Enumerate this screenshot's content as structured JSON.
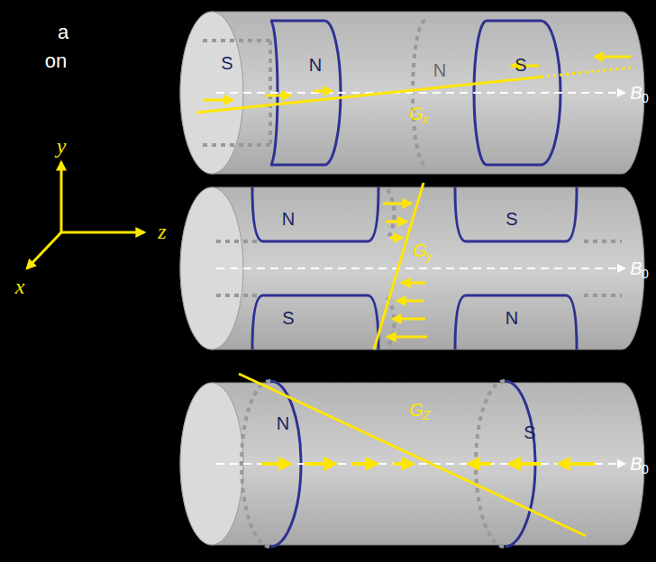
{
  "diagram": {
    "labels": [
      "a",
      "on",
      "y",
      "z",
      "x",
      "S",
      "N",
      "N",
      "S",
      "G",
      "x",
      "B",
      "0",
      "N",
      "S",
      "G",
      "y",
      "S",
      "N",
      "B",
      "0",
      "N",
      "G",
      "Z",
      "S",
      "B",
      "0"
    ]
  }
}
